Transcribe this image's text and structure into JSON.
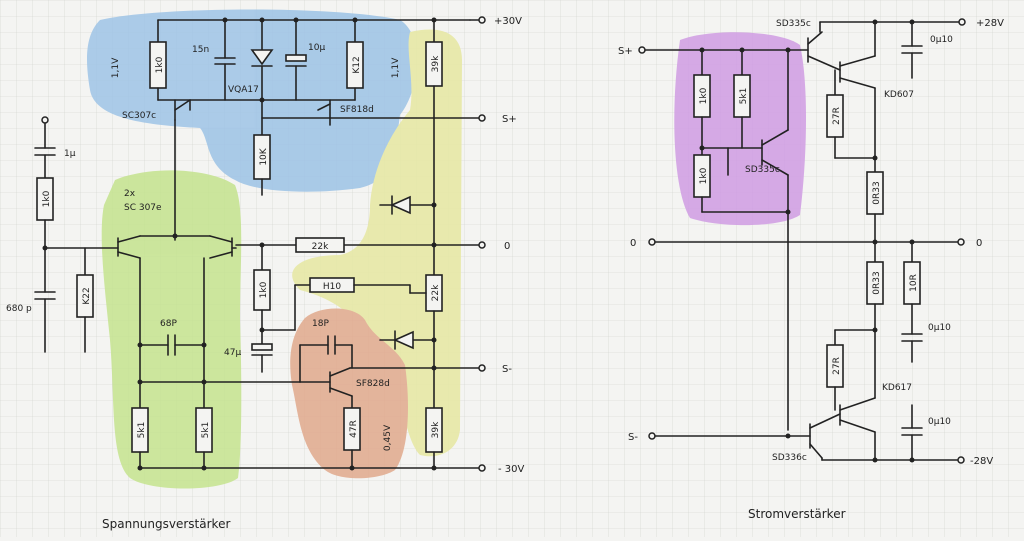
{
  "colors": {
    "blue": "#9dc3e6",
    "green": "#c4e38e",
    "yellow": "#e7e8a2",
    "orange": "#e1a98c",
    "purple": "#cf9be3"
  },
  "voltage_amp": {
    "caption": "Spannungsverstärker",
    "supply_pos": "+30V",
    "supply_neg": "- 30V",
    "out_pos": "S+",
    "out_zero": "0",
    "out_neg": "S-",
    "r_1k0_top": "1k0",
    "c_15n": "15n",
    "led": "VQA17",
    "c_10u": "10µ",
    "r_k12": "K12",
    "v_left": "1,1V",
    "v_right": "1,1V",
    "t_sc307c": "SC307c",
    "t_sf818d": "SF818d",
    "r_10k": "10K",
    "r_39k_top": "39k",
    "t_pair_count": "2x",
    "t_pair": "SC 307e",
    "c_1u": "1µ",
    "r_1k0_in": "1k0",
    "r_k22": "K22",
    "c_680p": "680 p",
    "c_68p": "68P",
    "r_22k_fb": "22k",
    "r_1k0_mid": "1k0",
    "c_47u": "47µ",
    "r_h10": "H10",
    "r_22k_v": "22k",
    "c_18p": "18P",
    "t_sf828d": "SF828d",
    "r_47r": "47R",
    "v_045": "0,45V",
    "r_39k_bot": "39k",
    "r_5k1_l": "5k1",
    "r_5k1_r": "5k1"
  },
  "current_amp": {
    "caption": "Stromverstärker",
    "supply_pos": "+28V",
    "supply_neg": "-28V",
    "in_pos": "S+",
    "in_neg": "S-",
    "zero_l": "0",
    "zero_r": "0",
    "t_sd335c_top": "SD335c",
    "c_top": "0µ10",
    "t_kd607": "KD607",
    "r_27r_top": "27R",
    "r_1k0_a": "1k0",
    "r_5k1": "5k1",
    "r_1k0_b": "1k0",
    "t_sd335c_mid": "SD335c",
    "r_0r33_top": "0R33",
    "r_0r33_bot": "0R33",
    "r_10r": "10R",
    "c_mid": "0µ10",
    "r_27r_bot": "27R",
    "t_kd617": "KD617",
    "c_bot": "0µ10",
    "t_sd336c": "SD336c"
  }
}
